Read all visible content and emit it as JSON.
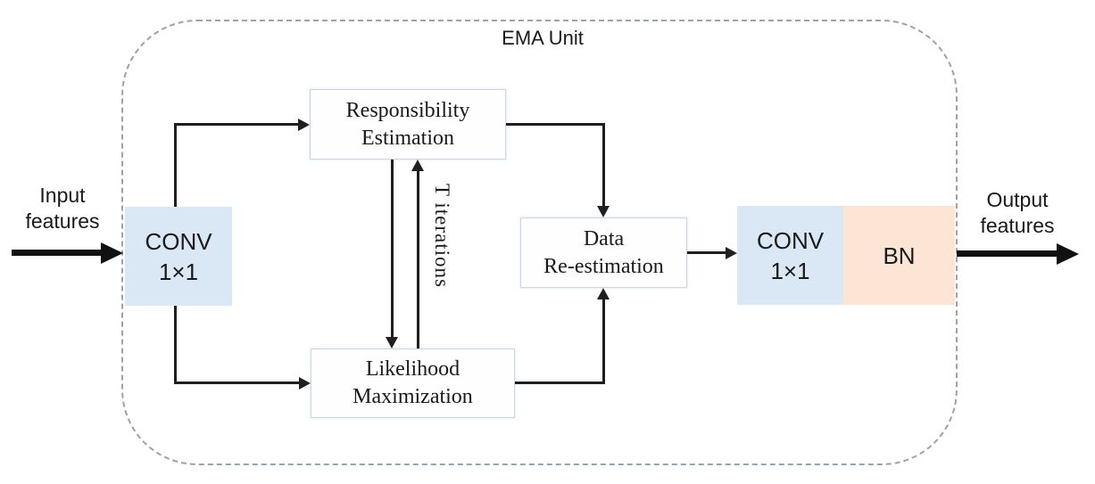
{
  "diagram": {
    "title": "EMA Unit",
    "type": "block-diagram"
  },
  "io": {
    "input": {
      "line1": "Input",
      "line2": "features"
    },
    "output": {
      "line1": "Output",
      "line2": "features"
    }
  },
  "nodes": {
    "conv_in": {
      "line1": "CONV",
      "line2": "1×1"
    },
    "responsibility": {
      "line1": "Responsibility",
      "line2": "Estimation"
    },
    "likelihood": {
      "line1": "Likelihood",
      "line2": "Maximization"
    },
    "data_reestimation": {
      "line1": "Data",
      "line2": "Re-estimation"
    },
    "conv_out": {
      "line1": "CONV",
      "line2": "1×1"
    },
    "bn": {
      "label": "BN"
    }
  },
  "annotations": {
    "iterations": "T iterations"
  },
  "colors": {
    "conv_fill": "#d9e8f4",
    "bn_fill": "#fce5d4",
    "line": "#1f1f1f",
    "frame_dash": "#9ba2a9",
    "box_border": "#cdd6df",
    "text": "#1a1a1a"
  }
}
